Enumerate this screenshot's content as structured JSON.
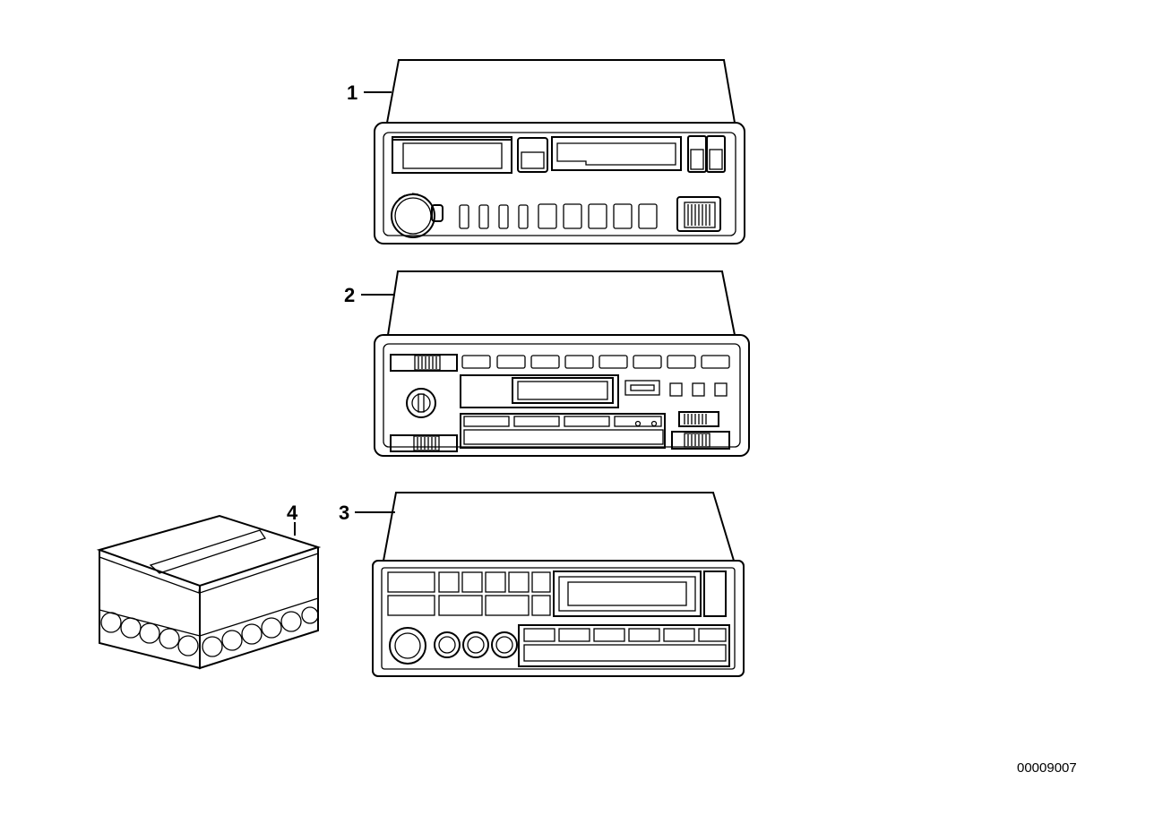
{
  "callouts": {
    "item1": "1",
    "item2": "2",
    "item3": "3",
    "item4": "4"
  },
  "document_number": "00009007"
}
